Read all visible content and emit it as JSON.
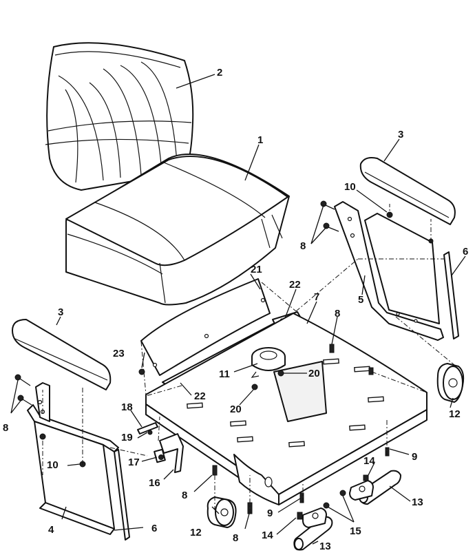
{
  "callouts": {
    "c1": "1",
    "c2": "2",
    "c3a": "3",
    "c3b": "3",
    "c4": "4",
    "c5": "5",
    "c6a": "6",
    "c6b": "6",
    "c7": "7",
    "c8a": "8",
    "c8b": "8",
    "c8c": "8",
    "c8d": "8",
    "c8e": "8",
    "c9a": "9",
    "c9b": "9",
    "c10a": "10",
    "c10b": "10",
    "c11": "11",
    "c12a": "12",
    "c12b": "12",
    "c13a": "13",
    "c13b": "13",
    "c14a": "14",
    "c14b": "14",
    "c15": "15",
    "c16": "16",
    "c17": "17",
    "c18": "18",
    "c19": "19",
    "c20a": "20",
    "c20b": "20",
    "c21": "21",
    "c22a": "22",
    "c22b": "22",
    "c23": "23"
  }
}
